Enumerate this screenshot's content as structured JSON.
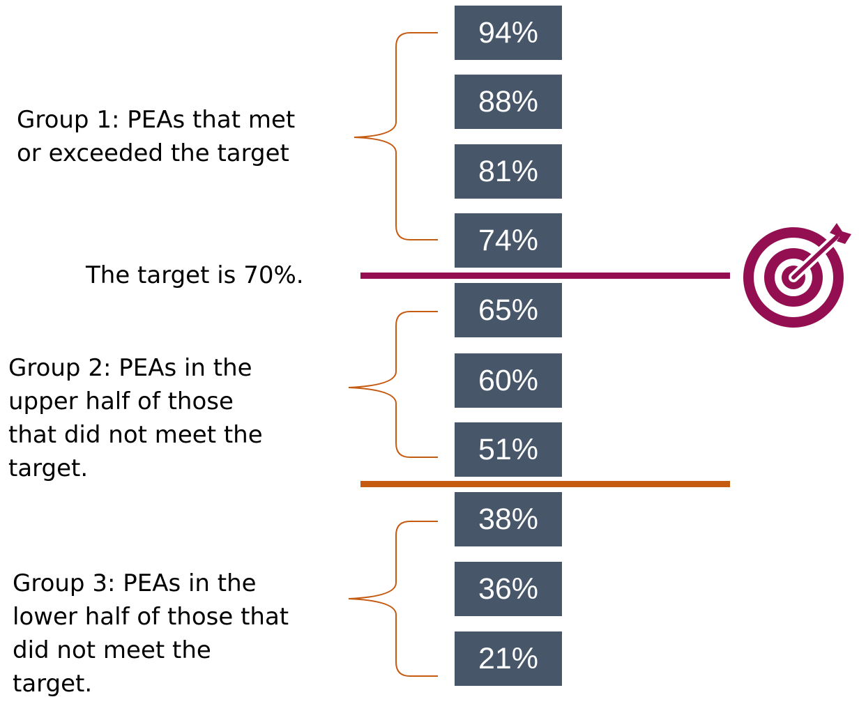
{
  "values": [
    "94%",
    "88%",
    "81%",
    "74%",
    "65%",
    "60%",
    "51%",
    "38%",
    "36%",
    "21%"
  ],
  "target_label": "The target is 70%.",
  "groups": [
    {
      "lines": [
        "Group 1: PEAs that met",
        "or exceeded the target"
      ]
    },
    {
      "lines": [
        "Group 2: PEAs in the",
        "upper half of those",
        "that did not meet the",
        "target."
      ]
    },
    {
      "lines": [
        "Group 3: PEAs in the",
        "lower half of those that",
        "did not meet the",
        "target."
      ]
    }
  ],
  "colors": {
    "box": "#475669",
    "target_line": "#930F51",
    "divider_line": "#C55A11",
    "bracket": "#C55A11",
    "target_icon": "#930F51"
  },
  "icon": "target-bullseye-icon"
}
